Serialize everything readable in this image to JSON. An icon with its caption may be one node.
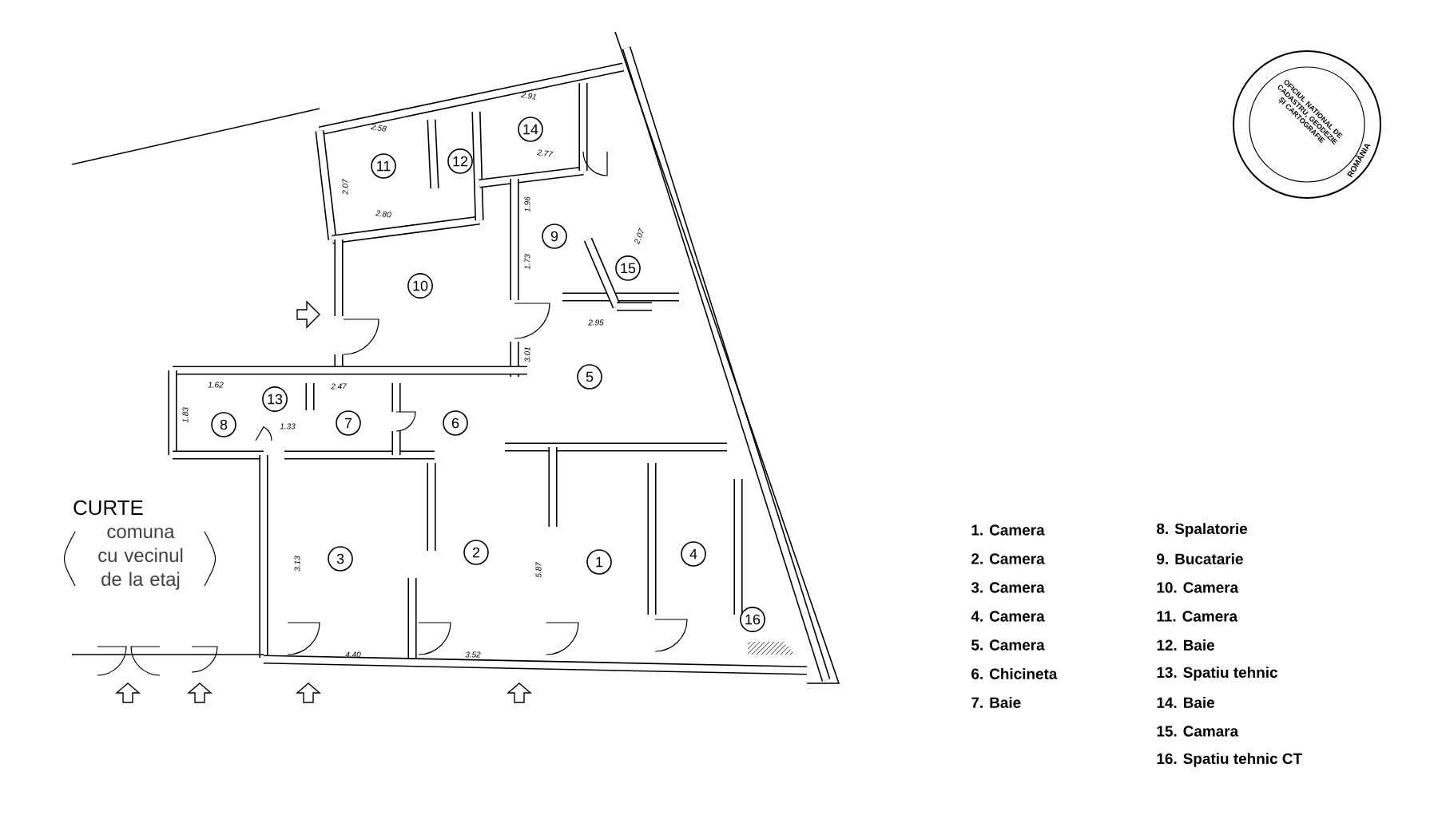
{
  "diagram": {
    "nodes": [
      {
        "text": [
          "1"
        ]
      },
      {
        "text": [
          "2"
        ]
      },
      {
        "text": [
          "3"
        ]
      },
      {
        "text": [
          "4"
        ]
      },
      {
        "text": [
          "5"
        ]
      },
      {
        "text": [
          "6"
        ]
      },
      {
        "text": [
          "7"
        ]
      },
      {
        "text": [
          "8"
        ]
      },
      {
        "text": [
          "9"
        ]
      },
      {
        "text": [
          "10"
        ]
      },
      {
        "text": [
          "11"
        ]
      },
      {
        "text": [
          "12"
        ]
      },
      {
        "text": [
          "13"
        ]
      },
      {
        "text": [
          "14"
        ]
      },
      {
        "text": [
          "15"
        ]
      },
      {
        "text": [
          "16"
        ]
      }
    ],
    "labels": [
      "OFICIUL NATIONAL DE CADASTRU, GEODEZIE ŞI CARTOGRAFIE",
      "ROMÂNIA",
      "2.58",
      "2.91",
      "2.77",
      "2.07",
      "2.80",
      "1.96",
      "1.73",
      "2.07",
      "2.95",
      "3.01",
      "1.62",
      "1.83",
      "2.47",
      "1.33",
      "3.13",
      "4.40",
      "3.52",
      "5.87",
      "CURTE",
      "comuna cu vecinul de la etaj",
      "1. Camera",
      "2. Camera",
      "3. Camera",
      "4. Camera",
      "5. Camera",
      "6. Chicineta",
      "7. Baie",
      "8. Spalatorie",
      "9. Bucatarie",
      "10. Camera",
      "11. Camera",
      "12. Baie",
      "13. Spatiu tehnic",
      "14. Baie",
      "15. Camara",
      "16. Spatiu tehnic CT"
    ]
  }
}
